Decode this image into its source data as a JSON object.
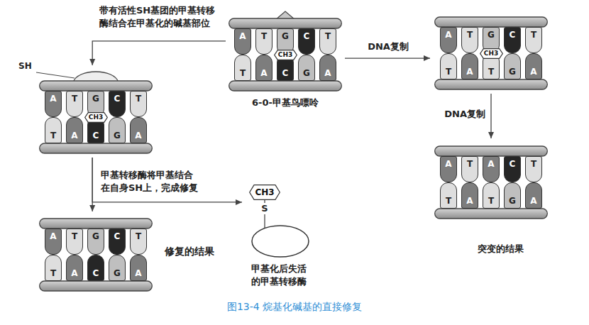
{
  "diagram": {
    "caption": "图13-4 烷基化碱基的直接修复",
    "nodes": [
      {
        "text": [
          "6-0-甲基鸟嘌呤"
        ]
      },
      {
        "text": [
          "A"
        ],
        "in": 0
      },
      {
        "text": [
          "T"
        ],
        "in": 0
      },
      {
        "text": [
          "G"
        ],
        "in": 0
      },
      {
        "text": [
          "C"
        ],
        "in": 0
      },
      {
        "text": [
          "T"
        ],
        "in": 0
      },
      {
        "text": [
          "CH3"
        ],
        "in": 0
      },
      {
        "text": [
          "T"
        ],
        "in": 0
      },
      {
        "text": [
          "A"
        ],
        "in": 0
      },
      {
        "text": [
          "C"
        ],
        "in": 0
      },
      {
        "text": [
          "G"
        ],
        "in": 0
      },
      {
        "text": [
          "A"
        ],
        "in": 0
      },
      {
        "text": [
          "SH"
        ]
      },
      {
        "text": [
          "A"
        ],
        "in": 12
      },
      {
        "text": [
          "T"
        ],
        "in": 12
      },
      {
        "text": [
          "G"
        ],
        "in": 12
      },
      {
        "text": [
          "C"
        ],
        "in": 12
      },
      {
        "text": [
          "T"
        ],
        "in": 12
      },
      {
        "text": [
          "CH3"
        ],
        "in": 12
      },
      {
        "text": [
          "T"
        ],
        "in": 12
      },
      {
        "text": [
          "A"
        ],
        "in": 12
      },
      {
        "text": [
          "C"
        ],
        "in": 12
      },
      {
        "text": [
          "G"
        ],
        "in": 12
      },
      {
        "text": [
          "A"
        ],
        "in": 12
      },
      {
        "text": [
          "修复的结果"
        ]
      },
      {
        "text": [
          "A"
        ],
        "in": 24
      },
      {
        "text": [
          "T"
        ],
        "in": 24
      },
      {
        "text": [
          "G"
        ],
        "in": 24
      },
      {
        "text": [
          "C"
        ],
        "in": 24
      },
      {
        "text": [
          "T"
        ],
        "in": 24
      },
      {
        "text": [
          "T"
        ],
        "in": 24
      },
      {
        "text": [
          "A"
        ],
        "in": 24
      },
      {
        "text": [
          "C"
        ],
        "in": 24
      },
      {
        "text": [
          "G"
        ],
        "in": 24
      },
      {
        "text": [
          "A"
        ],
        "in": 24
      },
      {
        "text": [
          "甲基化后失活 的甲基转移酶"
        ]
      },
      {
        "text": [
          "CH3"
        ],
        "in": 35
      },
      {
        "text": []
      },
      {
        "text": [
          "A"
        ],
        "in": 37
      },
      {
        "text": [
          "T"
        ],
        "in": 37
      },
      {
        "text": [
          "G"
        ],
        "in": 37
      },
      {
        "text": [
          "C"
        ],
        "in": 37
      },
      {
        "text": [
          "T"
        ],
        "in": 37
      },
      {
        "text": [
          "CH3"
        ],
        "in": 37
      },
      {
        "text": [
          "T"
        ],
        "in": 37
      },
      {
        "text": [
          "A"
        ],
        "in": 37
      },
      {
        "text": [
          "T"
        ],
        "in": 37
      },
      {
        "text": [
          "G"
        ],
        "in": 37
      },
      {
        "text": [
          "A"
        ],
        "in": 37
      },
      {
        "text": [
          "突变的结果"
        ]
      },
      {
        "text": [
          "A"
        ],
        "in": 49
      },
      {
        "text": [
          "T"
        ],
        "in": 49
      },
      {
        "text": [
          "A"
        ],
        "in": 49
      },
      {
        "text": [
          "C"
        ],
        "in": 49
      },
      {
        "text": [
          "T"
        ],
        "in": 49
      },
      {
        "text": [
          "T"
        ],
        "in": 49
      },
      {
        "text": [
          "A"
        ],
        "in": 49
      },
      {
        "text": [
          "T"
        ],
        "in": 49
      },
      {
        "text": [
          "G"
        ],
        "in": 49
      },
      {
        "text": [
          "A"
        ],
        "in": 49
      }
    ],
    "edges": [
      {
        "from": 0,
        "to": 12,
        "label": "带有活性SH基团的甲基转移 酶结合在甲基化的碱基部位",
        "arrow": "to"
      },
      {
        "from": 12,
        "to": 24,
        "label": "甲基转移酶将甲基结合 在自身SH上，完成修复",
        "arrow": "to"
      },
      {
        "from": 12,
        "to": 35,
        "arrow": "to"
      },
      {
        "from": 0,
        "to": 37,
        "label": "DNA复制",
        "arrow": "to"
      },
      {
        "from": 37,
        "to": 49,
        "label": "DNA复制",
        "arrow": "to"
      }
    ],
    "labels": [
      "S"
    ]
  }
}
